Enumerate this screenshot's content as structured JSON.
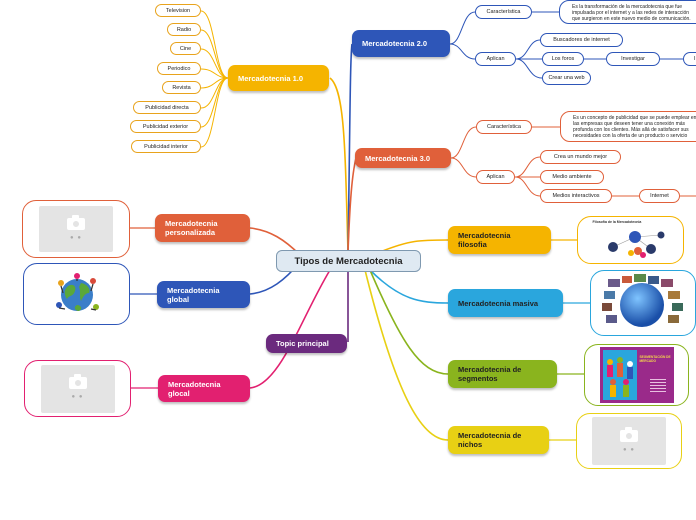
{
  "center": "Tipos de Mercadotecnia",
  "m10": {
    "title": "Mercadotecnia 1.0",
    "items": [
      "Television",
      "Radio",
      "Cine",
      "Periodico",
      "Revista",
      "Publicidad directa",
      "Publicidad exterior",
      "Publicidad interior"
    ]
  },
  "m20": {
    "title": "Mercadotecnia 2.0",
    "caracteristica": "Característica",
    "note": "Es la transformación de la mercadotecnia que fue impulsada por el internet y a las redes de interacción que surgieron en este nuevo medio de comunicación.",
    "aplican": "Aplican",
    "items": [
      "Buscadores de internet",
      "Los foros",
      "Crear una web"
    ],
    "investigar": "Investigar",
    "cut": "I"
  },
  "m30": {
    "title": "Mercadotecnia 3.0",
    "caracteristica": "Característica",
    "note": "Es un concepto de publicidad que se puede emplear en las empresas que deseen tener una conexión más profunda con los clientes. Más allá de satisfacer sus necesidades con la oferta de un producto o servicio",
    "aplican": "Aplican",
    "items": [
      "Crea un mundo mejor",
      "Medio ambiente",
      "Medios interactivos"
    ],
    "internet": "Internet"
  },
  "left": {
    "personalizada": "Mercadotecnia personalizada",
    "global": "Mercadotecnia global",
    "topic": "Topic principal",
    "glocal": "Mercadotecnia glocal"
  },
  "right": {
    "filosofia": "Mercadotecnia filosofia",
    "masiva": "Mercadotecnia masiva",
    "segmentos": "Mercadotecnia de segmentos",
    "nichos": "Mercadotecnia de nichos"
  },
  "thumb": {
    "filosofia_title": "Filosofía de la Mercadotecnia",
    "segmentos_title": "SEGMENTACIÓN DE MERCADO"
  },
  "colors": {
    "yellow": "#f5b400",
    "blue": "#2e56b8",
    "orange": "#e0603a",
    "cyan": "#2aa6dd",
    "green": "#8ab41e",
    "yellow2": "#e8d014",
    "pink": "#e22070",
    "purple": "#6b2a7e"
  }
}
